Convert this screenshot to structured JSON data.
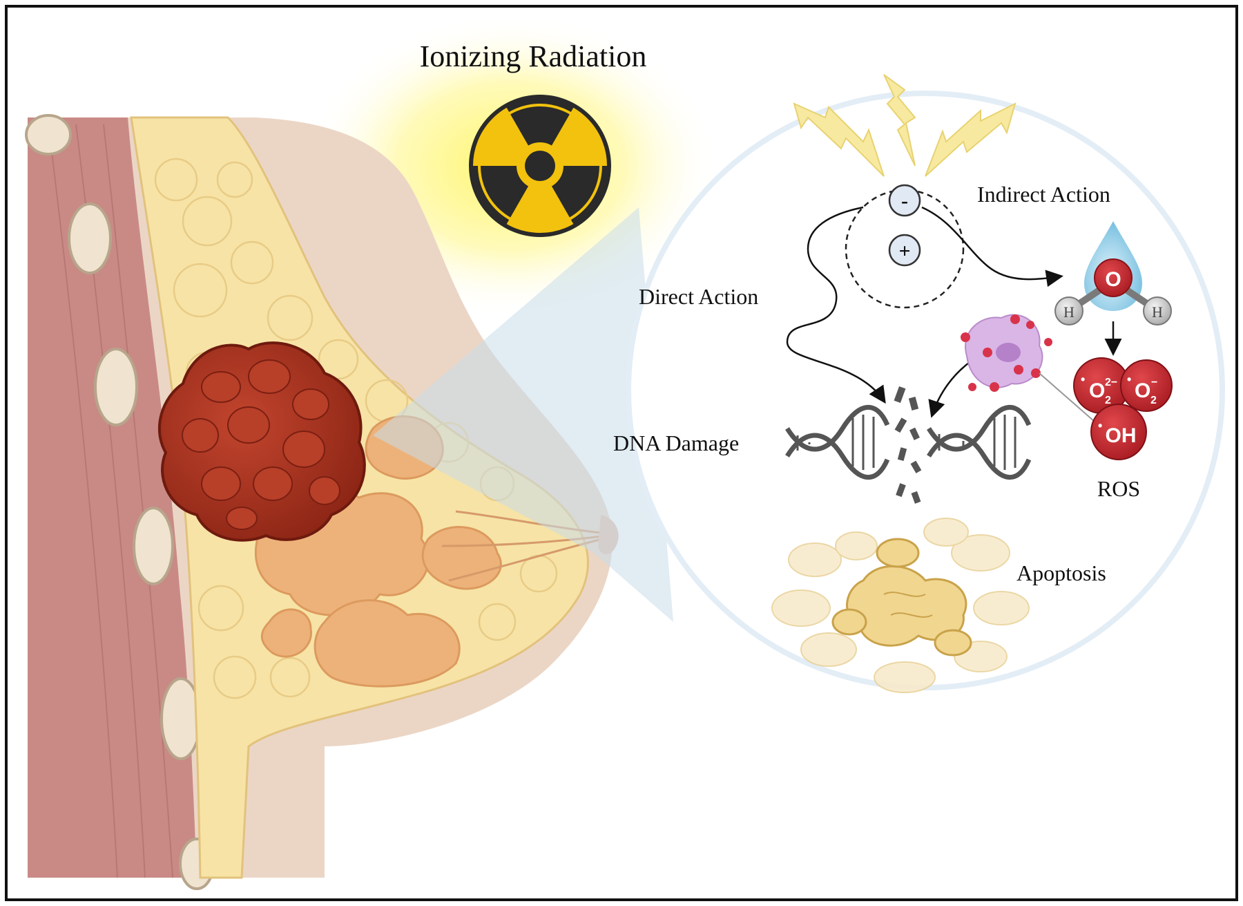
{
  "title": "Ionizing Radiation",
  "labels": {
    "indirect_action": "Indirect Action",
    "direct_action": "Direct Action",
    "dna_damage": "DNA Damage",
    "ros": "ROS",
    "apoptosis": "Apoptosis"
  },
  "charges": {
    "negative": "-",
    "positive": "+"
  },
  "water": {
    "oxygen": "O",
    "hydrogen": "H"
  },
  "ros_molecules": {
    "superoxide": "O",
    "oxygen2": "O",
    "hydroxyl": "OH",
    "sub2": "2",
    "sup_2minus": "2−",
    "sup_minus": "−",
    "radical_dot": "•"
  },
  "colors": {
    "tumor": "#A8321F",
    "tumor_light": "#C2452E",
    "fat": "#F7E3A6",
    "gland": "#EDB27A",
    "muscle": "#C98A86",
    "skin": "#EBD6C6",
    "ros_red": "#C8282E",
    "radiation_yellow": "#F2C20E",
    "radiation_glow": "#FFF57A",
    "bolt": "#F7E9A0",
    "dna": "#555555"
  }
}
